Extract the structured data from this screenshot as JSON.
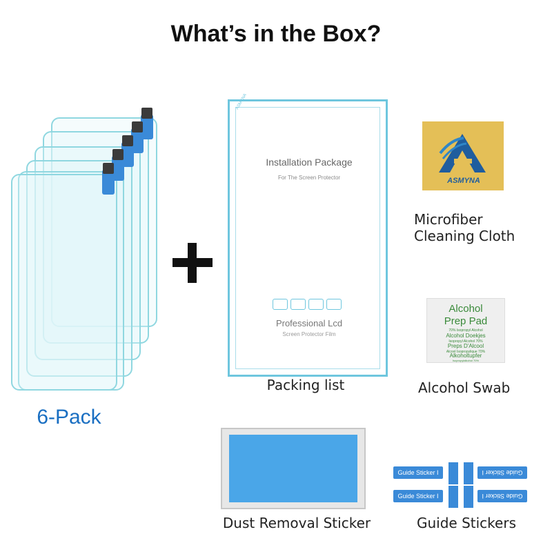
{
  "title": "What’s in the Box?",
  "items": {
    "protectors": {
      "label": "6-Pack"
    },
    "packing_list": {
      "label": "Packing list",
      "brand": "ASMYNA",
      "heading": "Installation Package",
      "subheading": "For The Screen Protector",
      "product": "Professional Lcd",
      "product_sub": "Screen Protector Film"
    },
    "cloth": {
      "label_line1": "Microfiber",
      "label_line2": "Cleaning Cloth",
      "brand": "ASMYNA"
    },
    "swab": {
      "label": "Alcohol Swab",
      "pad_title1": "Alcohol",
      "pad_title2": "Prep Pad",
      "pad_small1": "70% Isopropyl Alcohol",
      "pad_line2": "Alcohol Doekjes",
      "pad_small2": "Isopropyl Alcohol 70%",
      "pad_line3": "Preps D'Alcool",
      "pad_small3": "Alcool Isopropylique 70%",
      "pad_line4": "Alkoholtupfer",
      "pad_small4": "Isopropylalkohol 70%"
    },
    "dust_sticker": {
      "label": "Dust Removal Sticker"
    },
    "guide_stickers": {
      "label": "Guide Stickers",
      "sticker_text": "Guide Sticker I"
    }
  },
  "colors": {
    "accent_blue": "#1a6fc2",
    "film_edge": "#8fd7e0",
    "tab_blue": "#3a8ad8",
    "cloth_gold": "#e4bf57",
    "sticker_blue": "#4aa6e8"
  }
}
